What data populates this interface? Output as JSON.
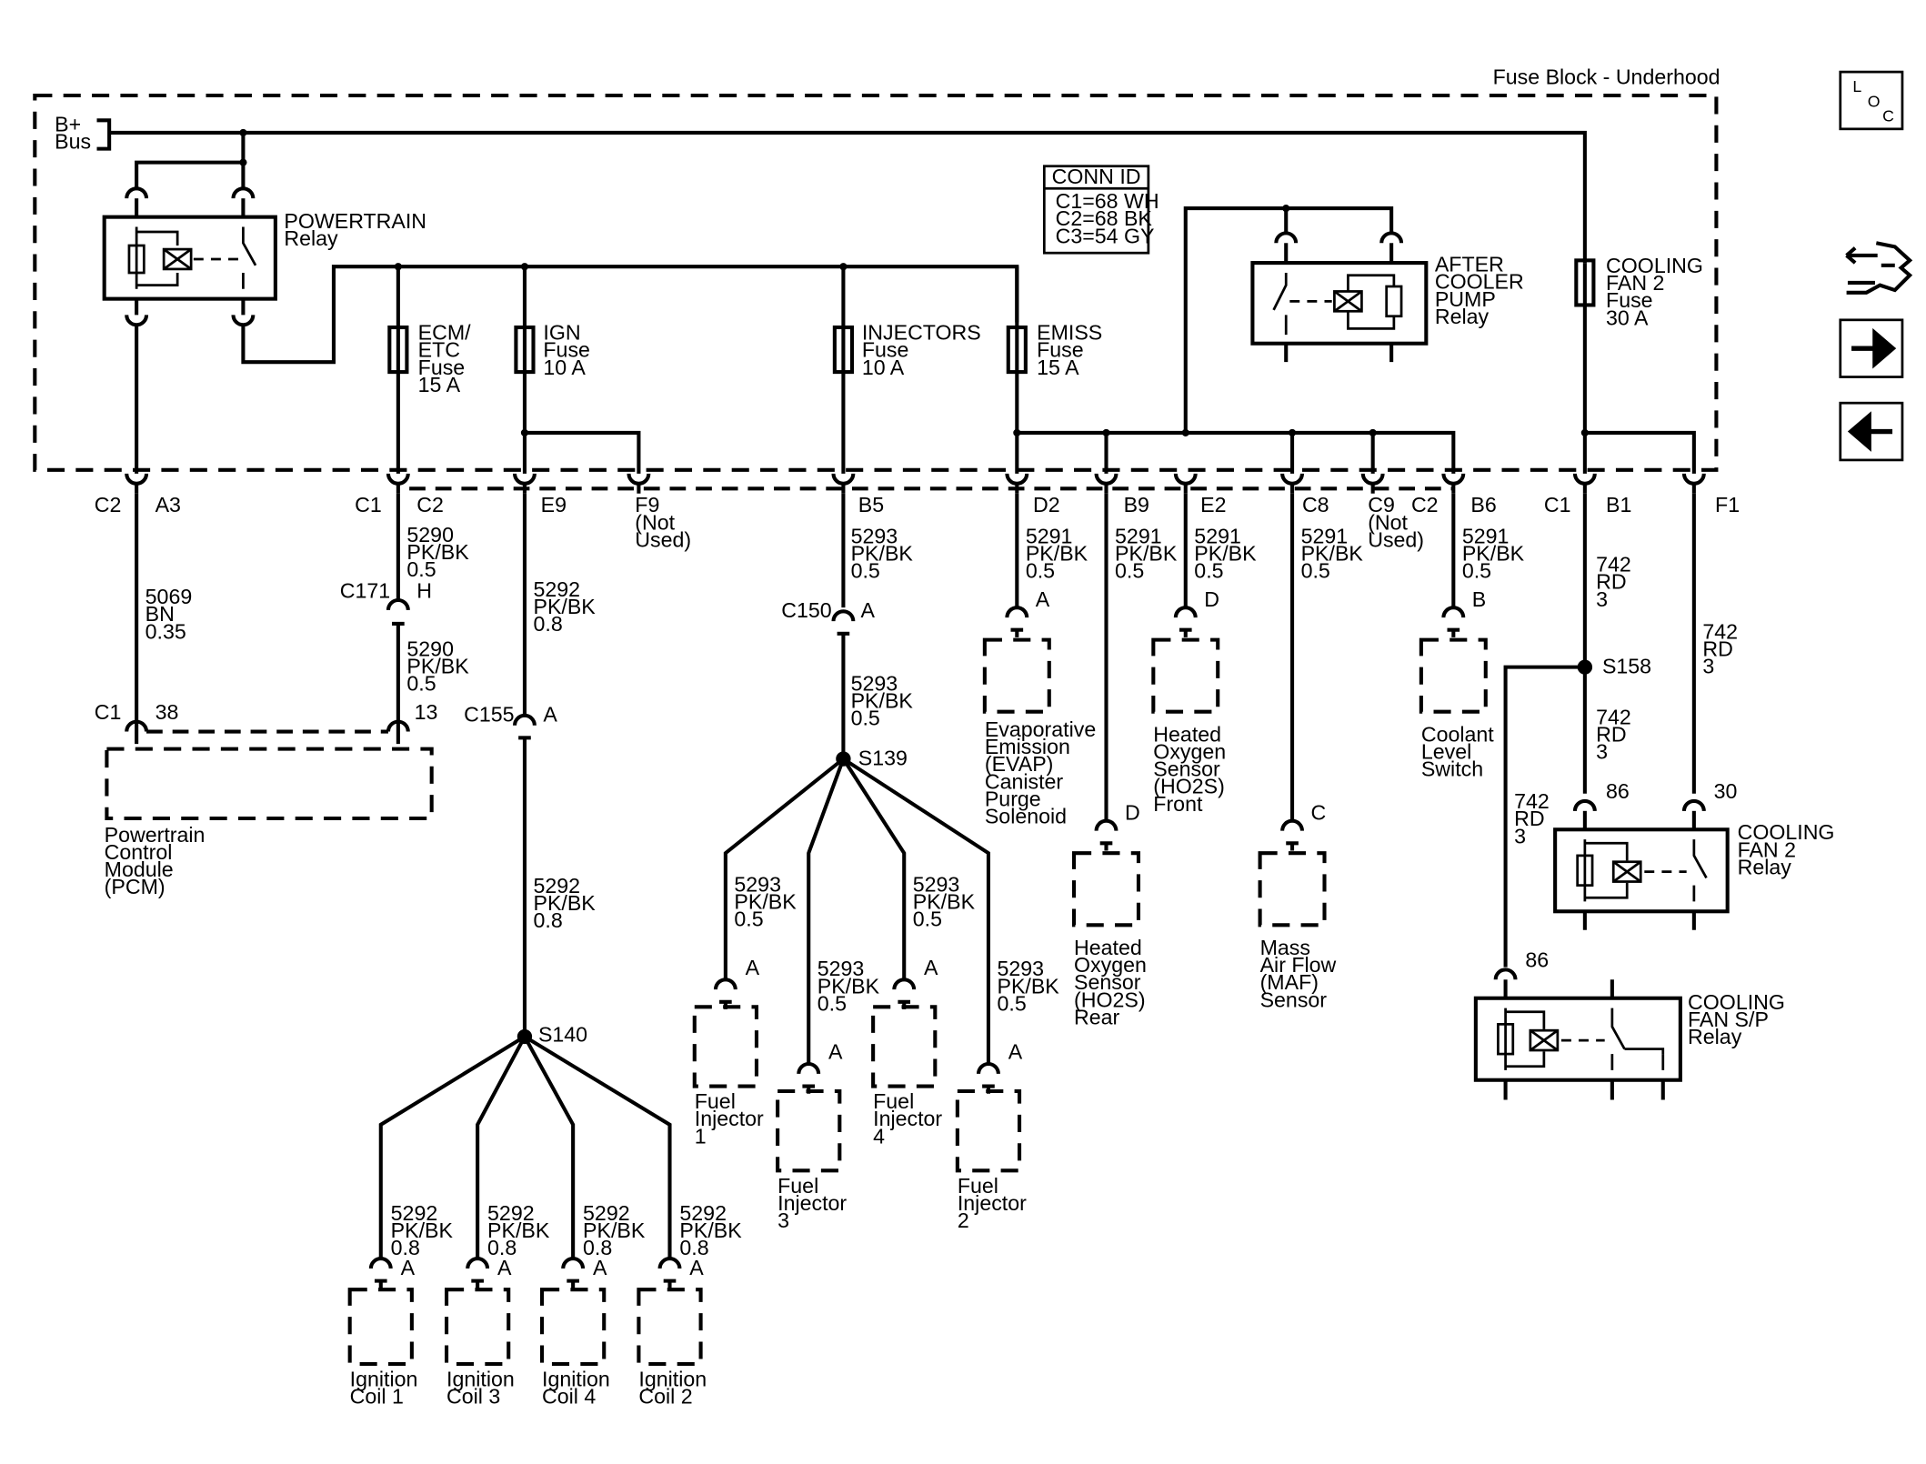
{
  "fuse_block": {
    "label": "Fuse Block - Underhood"
  },
  "bplus": {
    "l1": "B+",
    "l2": "Bus"
  },
  "conn_id": {
    "title": "CONN ID",
    "c1": "C1=68 WH",
    "c2": "C2=68 BK",
    "c3": "C3=54 GY"
  },
  "relays": {
    "powertrain": {
      "l1": "POWERTRAIN",
      "l2": "Relay"
    },
    "after_cooler": {
      "l1": "AFTER",
      "l2": "COOLER",
      "l3": "PUMP",
      "l4": "Relay"
    },
    "cooling_fan2": {
      "l1": "COOLING",
      "l2": "FAN 2",
      "l3": "Relay"
    },
    "cooling_fan_sp": {
      "l1": "COOLING",
      "l2": "FAN S/P",
      "l3": "Relay"
    }
  },
  "fuses": {
    "ecm": {
      "l1": "ECM/",
      "l2": "ETC",
      "l3": "Fuse",
      "l4": "15 A"
    },
    "ign": {
      "l1": "IGN",
      "l2": "Fuse",
      "l3": "10 A"
    },
    "inj": {
      "l1": "INJECTORS",
      "l2": "Fuse",
      "l3": "10 A"
    },
    "emiss": {
      "l1": "EMISS",
      "l2": "Fuse",
      "l3": "15 A"
    },
    "fan2": {
      "l1": "COOLING",
      "l2": "FAN 2",
      "l3": "Fuse",
      "l4": "30 A"
    }
  },
  "pins": {
    "c2": "C2",
    "a3": "A3",
    "c1": "C1",
    "c2b": "C2",
    "e9": "E9",
    "f9": "F9",
    "notused1": "(Not",
    "notused2": "Used)",
    "b5": "B5",
    "d2": "D2",
    "b9": "B9",
    "e2": "E2",
    "c8": "C8",
    "c9": "C9",
    "c2c": "C2",
    "b6": "B6",
    "c1b": "C1",
    "b1": "B1",
    "f1": "F1"
  },
  "wires": {
    "w5069": {
      "n": "5069",
      "c": "BN",
      "s": "0.35"
    },
    "w5290": {
      "n": "5290",
      "c": "PK/BK",
      "s": "0.5"
    },
    "w5292": {
      "n": "5292",
      "c": "PK/BK",
      "s": "0.8"
    },
    "w5293": {
      "n": "5293",
      "c": "PK/BK",
      "s": "0.5"
    },
    "w5291": {
      "n": "5291",
      "c": "PK/BK",
      "s": "0.5"
    },
    "w742": {
      "n": "742",
      "c": "RD",
      "s": "3"
    }
  },
  "connectors": {
    "c171": "C171",
    "h": "H",
    "c155": "C155",
    "a": "A",
    "c150": "C150",
    "c1p": "C1",
    "p38": "38",
    "p13": "13",
    "d": "D",
    "b": "B",
    "c": "C",
    "p86": "86",
    "p30": "30"
  },
  "splices": {
    "s140": "S140",
    "s139": "S139",
    "s158": "S158"
  },
  "components": {
    "pcm": [
      "Powertrain",
      "Control",
      "Module",
      "(PCM)"
    ],
    "evap": [
      "Evaporative",
      "Emission",
      "(EVAP)",
      "Canister",
      "Purge",
      "Solenoid"
    ],
    "ho2s_rear": [
      "Heated",
      "Oxygen",
      "Sensor",
      "(HO2S)",
      "Rear"
    ],
    "ho2s_front": [
      "Heated",
      "Oxygen",
      "Sensor",
      "(HO2S)",
      "Front"
    ],
    "maf": [
      "Mass",
      "Air Flow",
      "(MAF)",
      "Sensor"
    ],
    "coolant": [
      "Coolant",
      "Level",
      "Switch"
    ],
    "inj1": [
      "Fuel",
      "Injector",
      "1"
    ],
    "inj2": [
      "Fuel",
      "Injector",
      "2"
    ],
    "inj3": [
      "Fuel",
      "Injector",
      "3"
    ],
    "inj4": [
      "Fuel",
      "Injector",
      "4"
    ],
    "coil1": [
      "Ignition",
      "Coil 1"
    ],
    "coil2": [
      "Ignition",
      "Coil 2"
    ],
    "coil3": [
      "Ignition",
      "Coil 3"
    ],
    "coil4": [
      "Ignition",
      "Coil 4"
    ]
  },
  "nav": {
    "loc_l": "L",
    "loc_o": "O",
    "loc_c": "C",
    "loc_icon": "loc-icon",
    "connector_icon": "connector-icon",
    "next_icon": "arrow-right-icon",
    "prev_icon": "arrow-left-icon"
  }
}
